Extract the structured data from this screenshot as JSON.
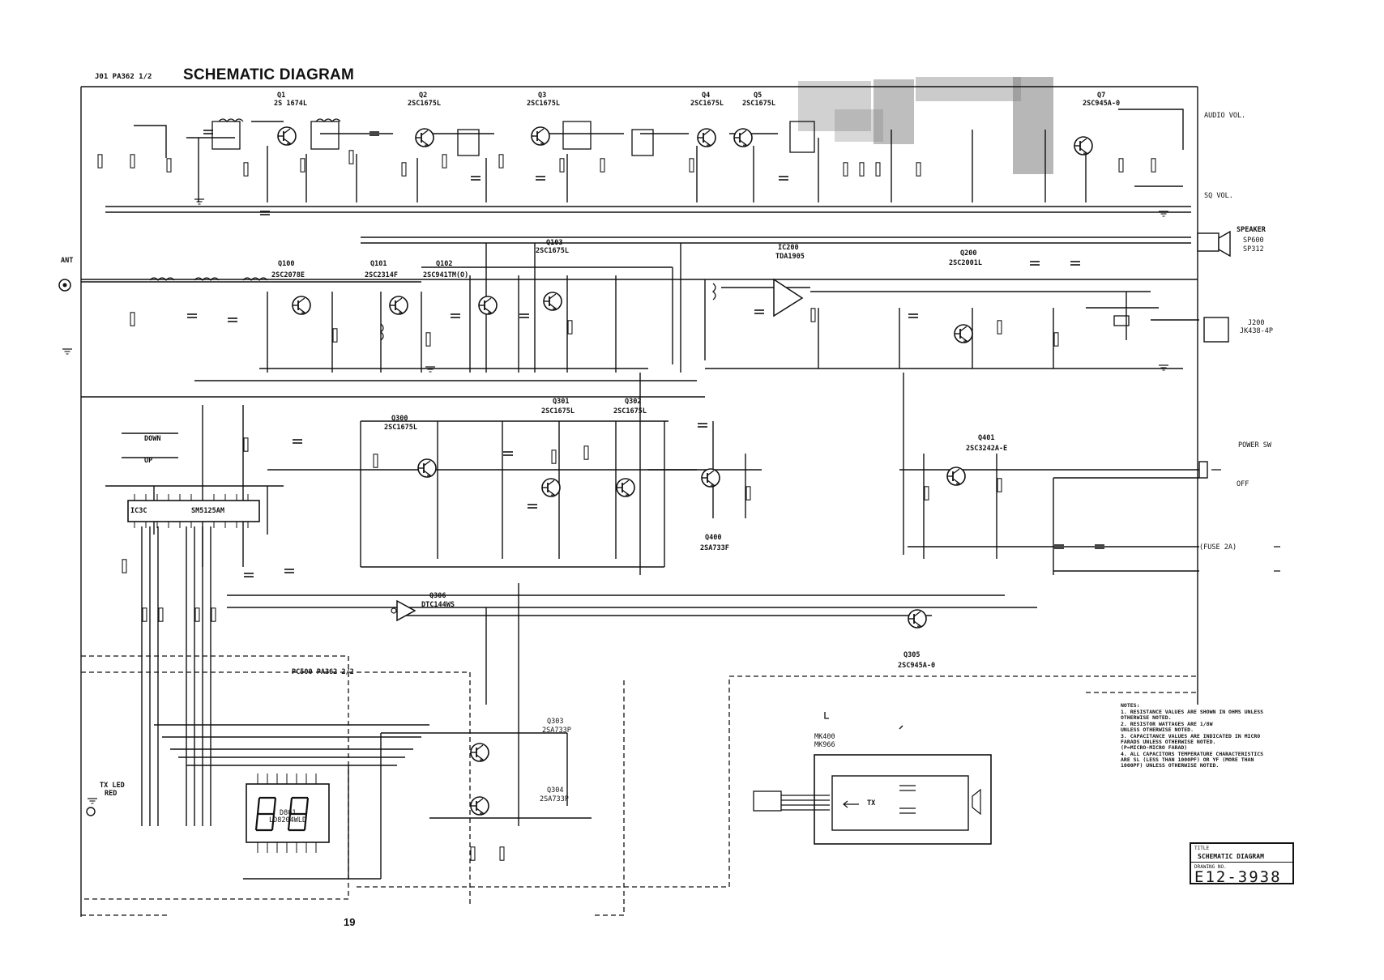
{
  "header": {
    "sheet_ref": "J01  PA362  1/2",
    "title": "SCHEMATIC DIAGRAM"
  },
  "page_number": "19",
  "sub_sheet": "PC500  PA362   2/2",
  "transistors": [
    {
      "ref": "Q1",
      "part": "2S 1674L"
    },
    {
      "ref": "Q2",
      "part": "2SC1675L"
    },
    {
      "ref": "Q3",
      "part": "2SC1675L"
    },
    {
      "ref": "Q4",
      "part": "2SC1675L"
    },
    {
      "ref": "Q5",
      "part": "2SC1675L"
    },
    {
      "ref": "Q7",
      "part": "2SC945A-0"
    },
    {
      "ref": "Q100",
      "part": "2SC2078E"
    },
    {
      "ref": "Q101",
      "part": "2SC2314F"
    },
    {
      "ref": "Q102",
      "part": "2SC941TM(O)"
    },
    {
      "ref": "Q103",
      "part": "2SC1675L"
    },
    {
      "ref": "Q200",
      "part": "2SC2001L"
    },
    {
      "ref": "Q300",
      "part": "2SC1675L"
    },
    {
      "ref": "Q301",
      "part": "2SC1675L"
    },
    {
      "ref": "Q302",
      "part": "2SC1675L"
    },
    {
      "ref": "Q303",
      "part": "2SA733P"
    },
    {
      "ref": "Q304",
      "part": "2SA733P"
    },
    {
      "ref": "Q305",
      "part": "2SC945A-0"
    },
    {
      "ref": "Q306",
      "part": "DTC144WS"
    },
    {
      "ref": "Q400",
      "part": "2SA733F"
    },
    {
      "ref": "Q401",
      "part": "2SC3242A-E"
    }
  ],
  "ics": [
    {
      "ref": "IC200",
      "part": "TDA1905"
    },
    {
      "ref": "IC3C",
      "part": "SM5125AM"
    }
  ],
  "connectors": {
    "audio_vol": "AUDIO VOL.",
    "sq_vol": "SQ VOL.",
    "speaker": "SPEAKER",
    "speaker_ref": "SP600",
    "speaker_part": "SP312",
    "j200": "J200",
    "j200_part": "JK438-4P",
    "ant": "ANT",
    "fuse": "(FUSE 2A)",
    "tx_led": "TX LED",
    "tx_led_color": "RED",
    "down": "DOWN",
    "up": "UP",
    "power_sw": "POWER SW",
    "off": "OFF",
    "mic_ref": "MK400",
    "mic_part": "MK966",
    "tx": "TX",
    "display_ref": "D801",
    "display_part": "LD8204WLD"
  },
  "notes": {
    "heading": "NOTES:",
    "items": [
      "1. RESISTANCE VALUES ARE SHOWN IN OHMS UNLESS",
      "   OTHERWISE NOTED.",
      "2. RESISTOR WATTAGES ARE   1/8W",
      "   UNLESS OTHERWISE NOTED.",
      "3. CAPACITANCE VALUES ARE INDICATED IN MICRO",
      "   FARADS UNLESS OTHERWISE NOTED.",
      "   (P=MICRO-MICRO FARAD)",
      "4. ALL CAPACITORS TEMPERATURE CHARACTERISTICS",
      "   ARE SL (LESS THAN 1000PF)  OR YF (MORE THAN",
      "   1000PF) UNLESS OTHERWISE NOTED."
    ]
  },
  "title_block": {
    "title_label": "TITLE",
    "title": "SCHEMATIC DIAGRAM",
    "drawing_label": "DRAWING NO.",
    "drawing_no": "E12-3938"
  }
}
